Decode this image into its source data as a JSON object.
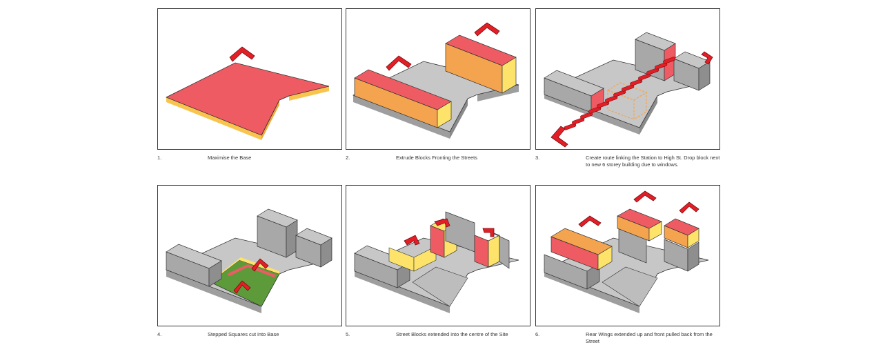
{
  "steps": [
    {
      "number": "1.",
      "caption": "Maximise the Base"
    },
    {
      "number": "2.",
      "caption": "Extrude Blocks Fronting the Streets"
    },
    {
      "number": "3.",
      "caption": "Create route linking the Station to High St. Drop block next to new 6 storey building due to windows."
    },
    {
      "number": "4.",
      "caption": "Stepped Squares cut into Base"
    },
    {
      "number": "5.",
      "caption": "Street Blocks extended into the centre of the Site"
    },
    {
      "number": "6.",
      "caption": "Rear Wings extended up and front pulled back from the Street"
    }
  ],
  "colors": {
    "red": "#ef5b62",
    "orange": "#f4a44e",
    "yellow": "#fde36a",
    "grey_top": "#c7c7c7",
    "grey_side": "#9e9e9e",
    "grey_dark": "#7d7d7d",
    "green": "#5d9a3a",
    "arrow": "#e21f26"
  }
}
